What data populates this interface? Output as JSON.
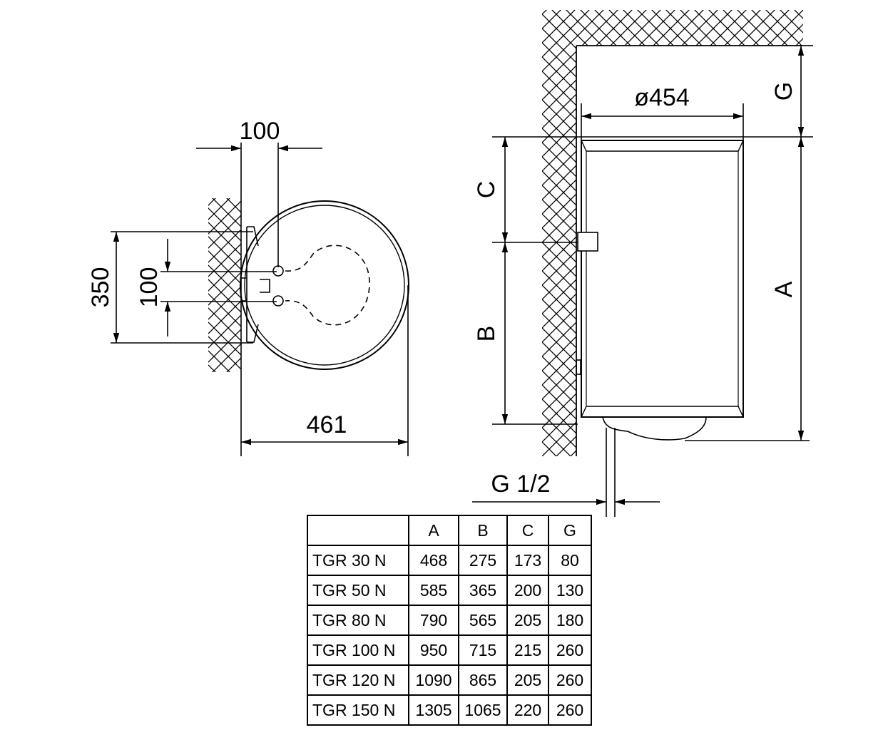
{
  "top_view": {
    "dim_pipe_spacing_horizontal": "100",
    "dim_bracket_height": "350",
    "dim_pipe_spacing_vertical": "100",
    "dim_depth": "461"
  },
  "side_view": {
    "dim_diameter": "ø454",
    "dim_G": "G",
    "dim_C": "C",
    "dim_A": "A",
    "dim_B": "B",
    "dim_pipe_thread": "G 1/2"
  },
  "table": {
    "columns": [
      "",
      "A",
      "B",
      "C",
      "G"
    ],
    "rows": [
      [
        "TGR 30 N",
        "468",
        "275",
        "173",
        "80"
      ],
      [
        "TGR 50 N",
        "585",
        "365",
        "200",
        "130"
      ],
      [
        "TGR 80 N",
        "790",
        "565",
        "205",
        "180"
      ],
      [
        "TGR 100 N",
        "950",
        "715",
        "215",
        "260"
      ],
      [
        "TGR 120 N",
        "1090",
        "865",
        "205",
        "260"
      ],
      [
        "TGR 150 N",
        "1305",
        "1065",
        "220",
        "260"
      ]
    ]
  }
}
